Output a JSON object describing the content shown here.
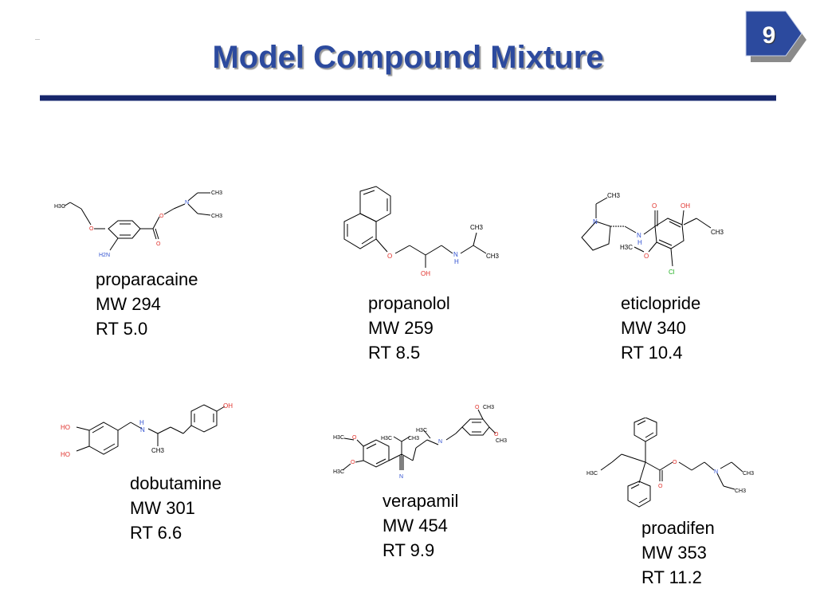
{
  "slide": {
    "title": "Model Compound Mixture",
    "page_number": "9"
  },
  "compounds": [
    {
      "name": "proparacaine",
      "mw": "MW 294",
      "rt": "RT 5.0"
    },
    {
      "name": "propanolol",
      "mw": "MW 259",
      "rt": "RT 8.5"
    },
    {
      "name": "eticlopride",
      "mw": "MW 340",
      "rt": "RT 10.4"
    },
    {
      "name": "dobutamine",
      "mw": "MW 301",
      "rt": "RT 6.6"
    },
    {
      "name": "verapamil",
      "mw": "MW 454",
      "rt": "RT 9.9"
    },
    {
      "name": "proadifen",
      "mw": "MW 353",
      "rt": "RT 11.2"
    }
  ],
  "atom_labels": {
    "proparacaine": {
      "h3c": "H3C",
      "o1": "O",
      "o2": "O",
      "o3": "O",
      "n": "N",
      "ch3a": "CH3",
      "ch3b": "CH3",
      "nh2": "H2N"
    },
    "propanolol": {
      "o": "O",
      "oh": "OH",
      "nh": "N",
      "h": "H",
      "ch3a": "CH3",
      "ch3b": "CH3"
    },
    "eticlopride": {
      "n1": "N",
      "ch3a": "CH3",
      "n2": "N",
      "h": "H",
      "o": "O",
      "oh": "OH",
      "ch3b": "CH3",
      "h3c": "H3C",
      "o2": "O",
      "cl": "Cl"
    },
    "dobutamine": {
      "ho1": "HO",
      "ho2": "HO",
      "n": "N",
      "h": "H",
      "ch3": "CH3",
      "oh": "OH"
    },
    "verapamil": {
      "h3c1": "H3C",
      "o1": "O",
      "o2": "O",
      "h3c2": "H3C",
      "h3c3": "H3C",
      "ch3": "CH3",
      "n": "N",
      "h3c4": "H3C",
      "o3": "O",
      "ch3b": "CH3",
      "o4": "O",
      "ch3c": "CH3",
      "cn": "N"
    },
    "proadifen": {
      "h3c": "H3C",
      "o1": "O",
      "o2": "O",
      "n": "N",
      "ch3a": "CH3",
      "ch3b": "CH3"
    }
  },
  "colors": {
    "title": "#2c4a9e",
    "rule": "#17266b",
    "badge": "#2c4a9e",
    "oxygen": "#e0302a",
    "nitrogen": "#3050d0",
    "chlorine": "#20b020",
    "bond": "#000000"
  }
}
